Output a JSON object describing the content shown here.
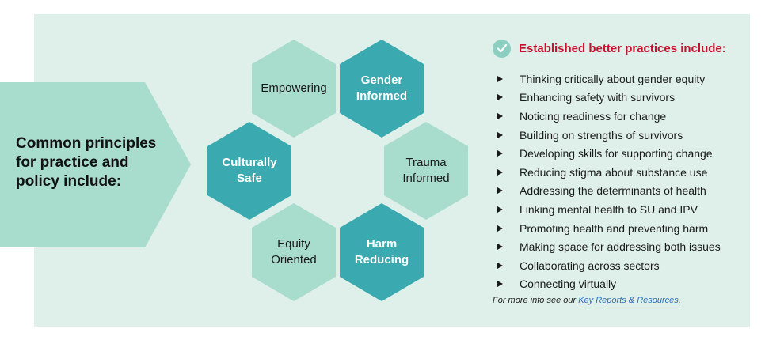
{
  "principles_title": "Common principles for practice and policy include:",
  "hexagons": [
    {
      "id": "empowering",
      "label": [
        "Empowering"
      ],
      "style": "light"
    },
    {
      "id": "gender-informed",
      "label": [
        "Gender",
        "Informed"
      ],
      "style": "dark"
    },
    {
      "id": "culturally-safe",
      "label": [
        "Culturally",
        "Safe"
      ],
      "style": "dark"
    },
    {
      "id": "trauma-informed",
      "label": [
        "Trauma",
        "Informed"
      ],
      "style": "light"
    },
    {
      "id": "equity-oriented",
      "label": [
        "Equity",
        "Oriented"
      ],
      "style": "light"
    },
    {
      "id": "harm-reducing",
      "label": [
        "Harm",
        "Reducing"
      ],
      "style": "dark"
    }
  ],
  "practices": {
    "header": "Established better practices include:",
    "items": [
      "Thinking critically about gender equity",
      "Enhancing safety with survivors",
      "Noticing readiness for change",
      "Building on strengths of survivors",
      "Developing skills for supporting change",
      "Reducing stigma about substance use",
      "Addressing the determinants of health",
      "Linking mental health to SU and IPV",
      "Promoting health and preventing harm",
      "Making space for addressing both issues",
      "Collaborating across sectors",
      "Connecting virtually"
    ],
    "more_prefix": "For more info see our ",
    "more_link": "Key Reports & Resources",
    "more_suffix": "."
  },
  "colors": {
    "panel": "#dff0ea",
    "arrow": "#a8dccd",
    "hex_light": "#a8dccd",
    "hex_dark": "#3aaab0",
    "header_red": "#c8102e",
    "check": "#8ccfc1",
    "link": "#2c6eb8"
  },
  "icons": {
    "check": "check-circle-icon",
    "bullet": "triangle-bullet-icon"
  }
}
